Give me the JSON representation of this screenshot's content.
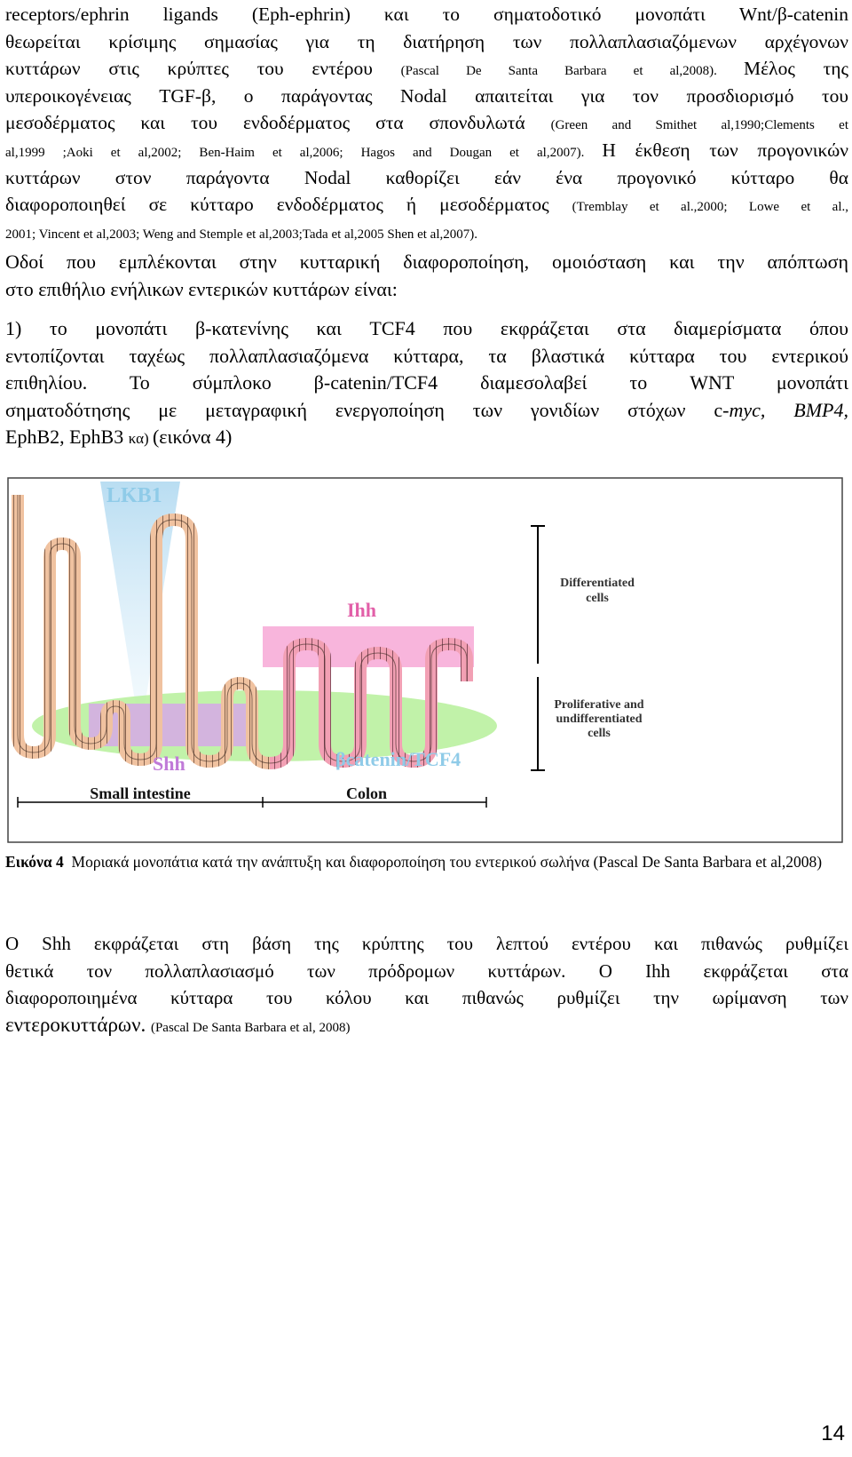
{
  "paragraph1": {
    "lines": [
      [
        "receptors/ephrin ligands (Eph-ephrin) και το σηματοδοτικό μονοπάτι Wnt/β-catenin",
        ""
      ],
      [
        "θεωρείται κρίσιμης σημασίας για τη διατήρηση των πολλαπλασιαζόμενων αρχέγονων",
        ""
      ],
      [
        "κυττάρων στις κρύπτες του εντέρου ",
        "(Pascal De Santa Barbara et al,2008). ",
        "Μέλος της"
      ],
      [
        "υπεροικογένειας TGF-β, ο παράγοντας Nodal απαιτείται για τον προσδιορισμό του",
        ""
      ],
      [
        "μεσοδέρματος και του ενδοδέρματος στα σπονδυλωτά ",
        "(Green and Smithet al,1990;Clements et",
        ""
      ],
      [
        "",
        "al,1999 ;Aoki et al,2002; Ben-Haim et al,2006; Hagos and Dougan et al,2007). ",
        "Η έκθεση των προγονικών"
      ],
      [
        "κυττάρων στον παράγοντα Nodal καθορίζει εάν ένα προγονικό κύτταρο θα",
        ""
      ],
      [
        "διαφοροποιηθεί σε κύτταρο ενδοδέρματος ή μεσοδέρματος ",
        "(Tremblay et al.,2000; Lowe et al.,",
        ""
      ],
      [
        "",
        "2001; Vincent et al,2003; Weng and Stemple et al,2003;Tada et al,2005 Shen et al,2007).",
        ""
      ]
    ]
  },
  "paragraph2": {
    "lines": [
      "Οδοί που εμπλέκονται στην κυτταρική διαφοροποίηση, ομοιόσταση και την απόπτωση",
      "στο επιθήλιο ενήλικων εντερικών κυττάρων είναι:"
    ]
  },
  "paragraph3": {
    "lines": [
      "1) το μονοπάτι β-κατενίνης και TCF4 που εκφράζεται στα διαμερίσματα όπου",
      "εντοπίζονται ταχέως πολλαπλασιαζόμενα κύτταρα, τα βλαστικά κύτταρα του εντερικού",
      "επιθηλίου. Το σύμπλοκο β-catenin/TCF4 διαμεσολαβεί το WNT μονοπάτι",
      "σηματοδότησης με μεταγραφική ενεργοποίηση των γονιδίων στόχων c-"
    ],
    "italic_genes": "myc, BMP4,",
    "last_line": "EphB2, EphB3 ",
    "last_small": "κα) ",
    "last_end": "(εικόνα 4)"
  },
  "figure": {
    "labels": {
      "lkb1": "LKB1",
      "ihh": "Ihh",
      "shh": "Shh",
      "bcatenin": "βcatenin/TCF4",
      "differentiated": [
        "Differentiated",
        "cells"
      ],
      "proliferative": [
        "Proliferative and",
        "undifferentiated",
        "cells"
      ],
      "small_intestine": "Small intestine",
      "colon": "Colon"
    },
    "colors": {
      "lkb1": "#c9e6f5",
      "ihh_box": "#f7a8d6",
      "shh_box": "#d6a9e8",
      "green_ellipse": "#b6f09a",
      "label_blue": "#8fcbe8",
      "label_pink": "#e25fa8",
      "label_purple": "#c07ad8"
    }
  },
  "caption": {
    "label": "Εικόνα 4",
    "text": "Μοριακά μονοπάτια κατά την ανάπτυξη και διαφοροποίηση του εντερικού σωλήνα",
    "ref": "(Pascal De Santa Barbara et al,2008)"
  },
  "paragraph4": {
    "lines": [
      " Ο Shh εκφράζεται στη βάση της κρύπτης του λεπτού εντέρου και πιθανώς ρυθμίζει",
      "θετικά τον πολλαπλασιασμό των πρόδρομων κυττάρων. Ο Ihh εκφράζεται στα",
      "διαφοροποιημένα κύτταρα του κόλου και πιθανώς ρυθμίζει την ωρίμανση των"
    ],
    "last_text": "εντεροκυττάρων. ",
    "last_ref": "(Pascal De Santa Barbara et al, 2008)"
  },
  "page_number": "14"
}
